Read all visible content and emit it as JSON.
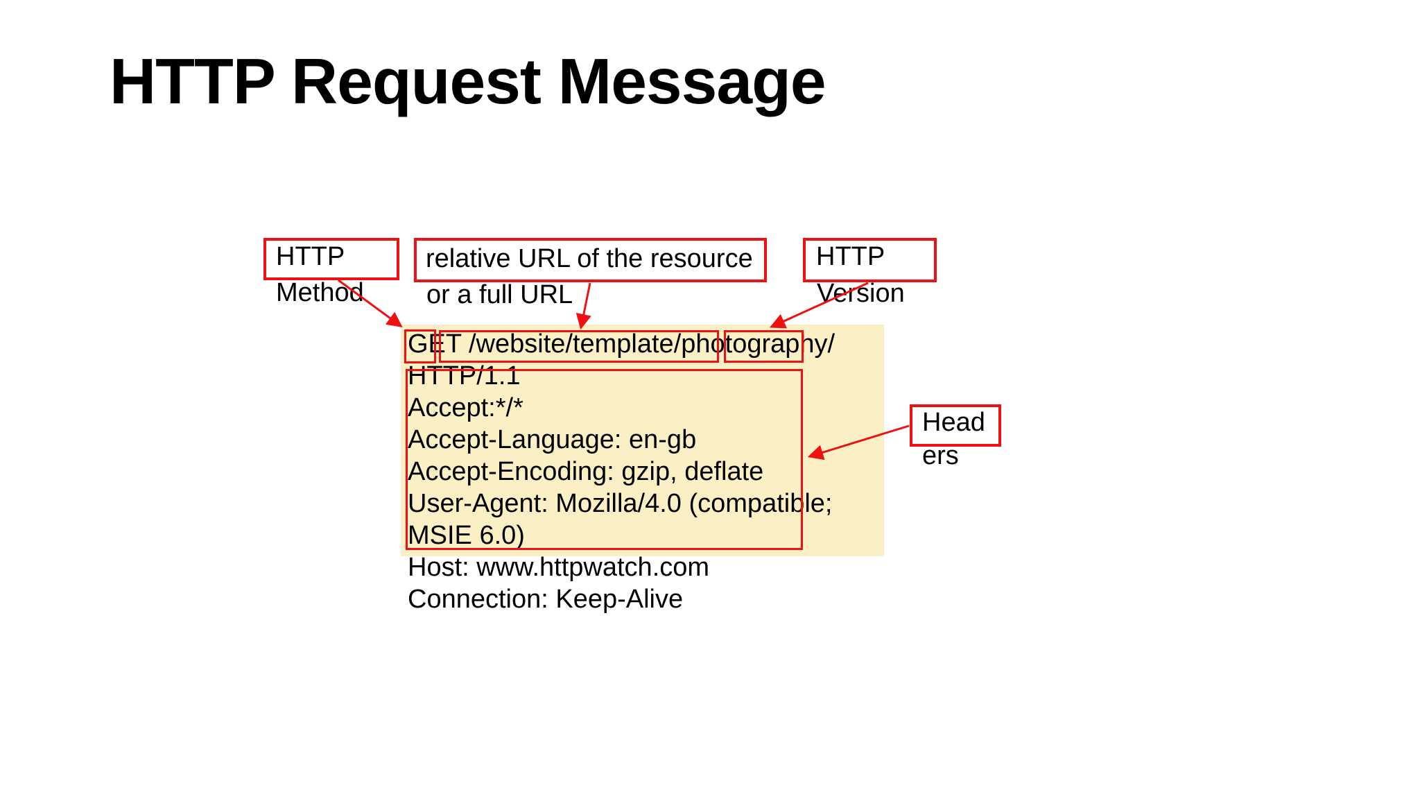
{
  "slide": {
    "title": "HTTP Request Message",
    "colors": {
      "accent_red": "#ee1111",
      "highlight_yellow": "#fbf0c5",
      "background": "#ffffff",
      "text": "#000000"
    },
    "labels": {
      "method": {
        "boxed": "HTTP",
        "rest": "Method"
      },
      "url": {
        "boxed": "relative URL of the resource",
        "rest": "or a full URL"
      },
      "version": {
        "boxed": "HTTP",
        "rest": "Version"
      },
      "headers": {
        "boxed": "Head",
        "rest": "ers"
      }
    },
    "request": {
      "lines": [
        "GET /website/template/photography/",
        "HTTP/1.1",
        "Accept:*/*",
        "Accept-Language: en-gb",
        "Accept-Encoding: gzip, deflate",
        "User-Agent: Mozilla/4.0 (compatible;",
        "MSIE 6.0)",
        "Host: www.httpwatch.com",
        "Connection: Keep-Alive"
      ]
    }
  }
}
